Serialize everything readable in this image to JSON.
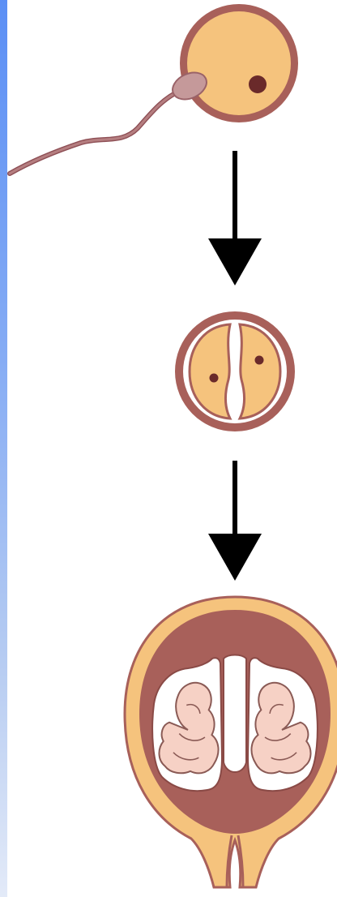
{
  "diagram": {
    "stages": [
      {
        "name": "fertilization"
      },
      {
        "name": "two-cell-split"
      },
      {
        "name": "twin-fetuses"
      }
    ],
    "colors": {
      "cell_fill": "#f5c37d",
      "membrane": "#a8605a",
      "nucleus": "#6a2a2a",
      "sperm": "#b57e80",
      "sac_fill": "#ffffff",
      "fetus_fill": "#f6d1c5",
      "fetus_outline": "#8a5a55",
      "arrow": "#000000",
      "sidebar": "#6e9cf2"
    }
  }
}
